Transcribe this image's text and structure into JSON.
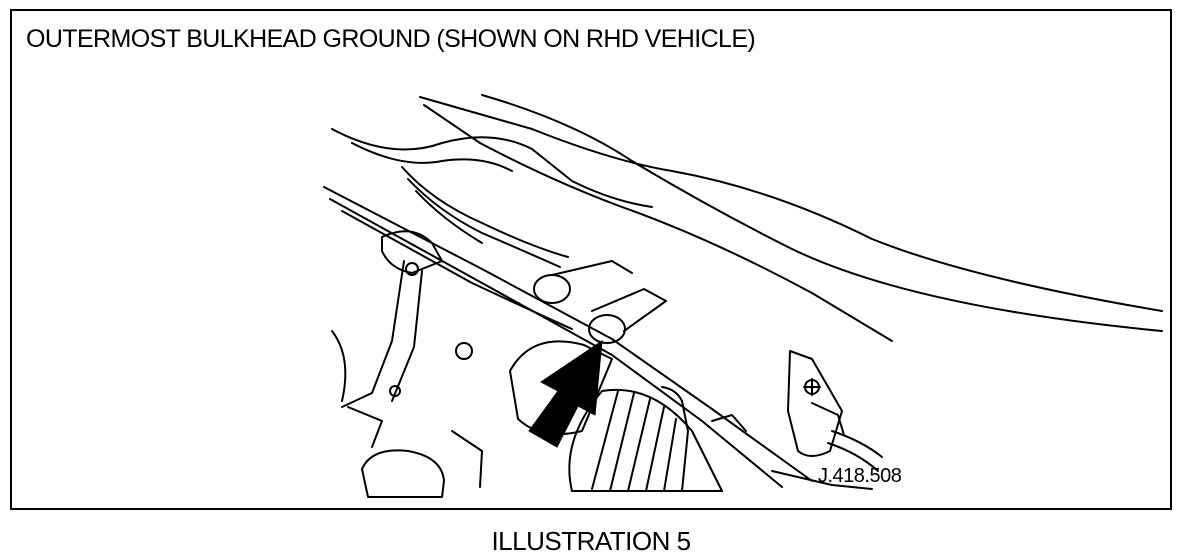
{
  "title": "OUTERMOST BULKHEAD GROUND (SHOWN ON RHD VEHICLE)",
  "reference_code": "J.418.508",
  "caption": "ILLUSTRATION 5",
  "figure": {
    "subject": "bulkhead-ground-location",
    "pointer": "arrow-icon"
  }
}
